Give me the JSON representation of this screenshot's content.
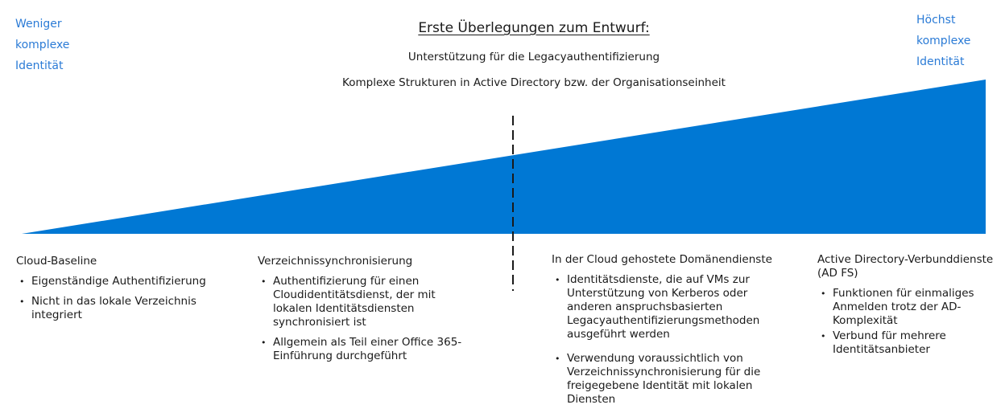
{
  "left_label": [
    "Weniger",
    "komplexe",
    "Identität"
  ],
  "right_label": [
    "Höchst",
    "komplexe",
    "Identität"
  ],
  "title": "Erste Überlegungen zum Entwurf:",
  "subtitles": [
    "Unterstützung für die Legacyauthentifizierung",
    "Komplexe Strukturen in Active Directory bzw. der Organisationseinheit"
  ],
  "colors": {
    "accent": "#0078d4",
    "label": "#2b7bd6"
  },
  "columns": [
    {
      "heading": "Cloud-Baseline",
      "items": [
        "Eigenständige Authentifizierung",
        "Nicht in das lokale Verzeichnis integriert"
      ]
    },
    {
      "heading": "Verzeichnissynchronisierung",
      "items": [
        "Authentifizierung für einen Cloudidentitätsdienst, der mit lokalen Identitätsdiensten synchronisiert ist",
        "Allgemein als Teil einer Office 365-Einführung durchgeführt"
      ]
    },
    {
      "heading": "In der Cloud gehostete Domänendienste",
      "items": [
        "Identitätsdienste, die auf VMs zur Unterstützung von Kerberos oder anderen anspruchsbasierten Legacyauthentifizierungsmethoden ausgeführt werden",
        "Verwendung voraussichtlich von Verzeichnissynchronisierung für die freigegebene Identität mit lokalen Diensten"
      ]
    },
    {
      "heading": "Active Directory-Verbunddienste (AD FS)",
      "items": [
        "Funktionen für einmaliges Anmelden trotz der AD-Komplexität",
        "Verbund für mehrere Identitätsanbieter"
      ]
    }
  ]
}
